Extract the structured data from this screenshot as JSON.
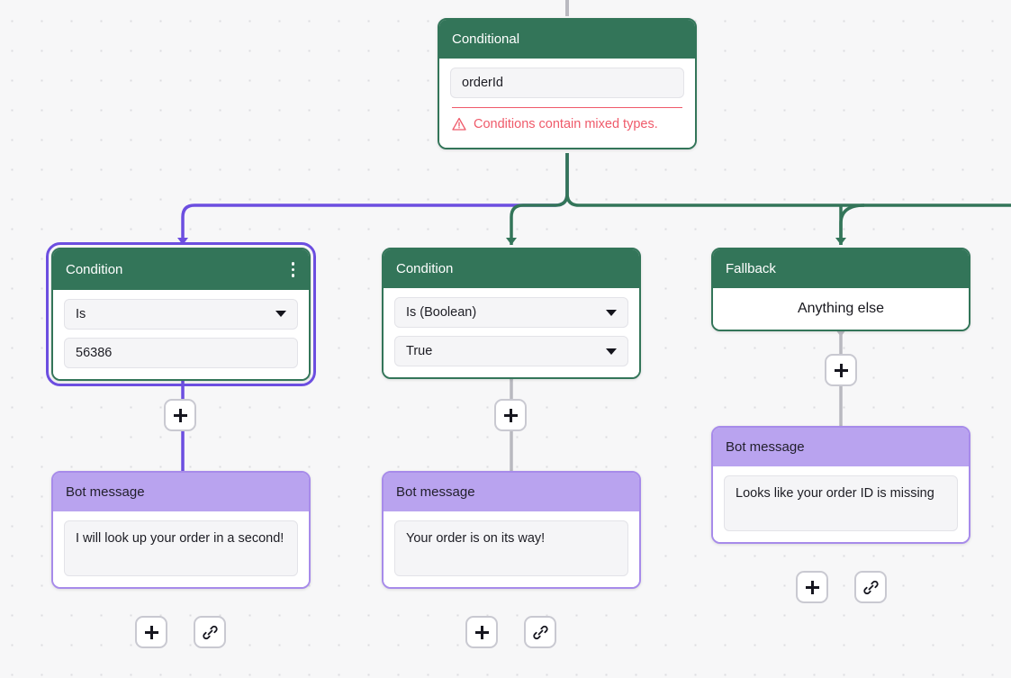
{
  "canvas": {
    "background_color": "#f7f7f8",
    "dot_color": "#dcdce0"
  },
  "colors": {
    "logic_green": "#337559",
    "bot_purple_header": "#b9a3ef",
    "bot_purple_border": "#a78bea",
    "selection_purple": "#6c4ee0",
    "error_red": "#ef5a6a",
    "edge_gray": "#b9b9c0",
    "field_bg": "#f5f5f7"
  },
  "nodes": {
    "conditional": {
      "title": "Conditional",
      "variable_value": "orderId",
      "error_text": "Conditions contain mixed types.",
      "error_icon": "warning-triangle-icon"
    },
    "condition_left": {
      "title": "Condition",
      "selected": true,
      "menu_icon": "kebab-menu-icon",
      "operator_value": "Is",
      "operand_value": "56386"
    },
    "condition_middle": {
      "title": "Condition",
      "selected": false,
      "operator_value": "Is (Boolean)",
      "operand_value": "True"
    },
    "fallback": {
      "title": "Fallback",
      "body_text": "Anything else"
    },
    "bot_message_left": {
      "title": "Bot message",
      "message": "I will look up your order in a second!"
    },
    "bot_message_middle": {
      "title": "Bot message",
      "message": "Your order is on its way!"
    },
    "bot_message_right": {
      "title": "Bot message",
      "message": "Looks like your order ID is missing"
    }
  },
  "buttons": {
    "add_icon": "plus-icon",
    "link_icon": "link-chain-icon",
    "add_label": "+",
    "link_label": ""
  }
}
